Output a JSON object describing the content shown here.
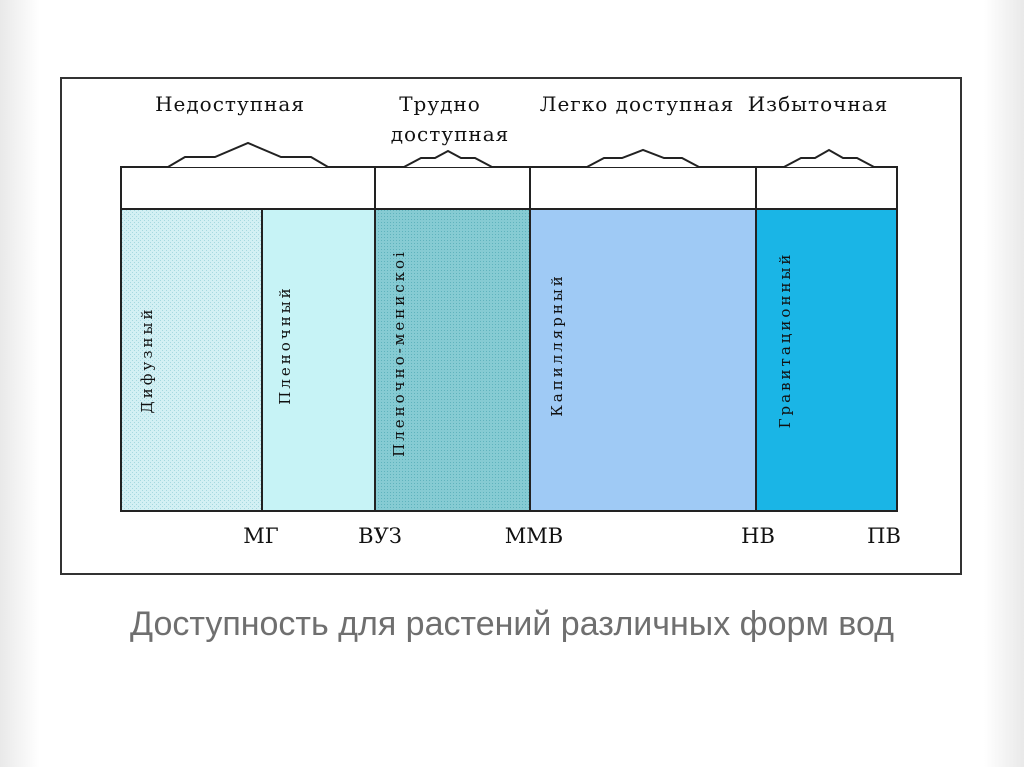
{
  "diagram": {
    "availability": {
      "unavailable": "Недоступная",
      "hard_line1": "Трудно",
      "hard_line2": "доступная",
      "easy": "Легко доступная",
      "excess": "Избыточная"
    },
    "water_forms": {
      "diffuse": "Дифузный",
      "film": "Пленочный",
      "film_meniscus": "Пленочно-менискоі",
      "capillary": "Капиллярный",
      "gravitational": "Гравитационный"
    },
    "boundaries": {
      "mg": "МГ",
      "vuz": "ВУЗ",
      "mmv": "ММВ",
      "nv": "НВ",
      "pv": "ПВ"
    },
    "colors": {
      "diffuse": "#cfeff3",
      "film": "#c7f3f6",
      "film_meniscus": "#7fc7cf",
      "capillary": "#9fcaf5",
      "gravitational": "#1ab5e6"
    }
  },
  "caption": "Доступность для растений различных форм вод"
}
